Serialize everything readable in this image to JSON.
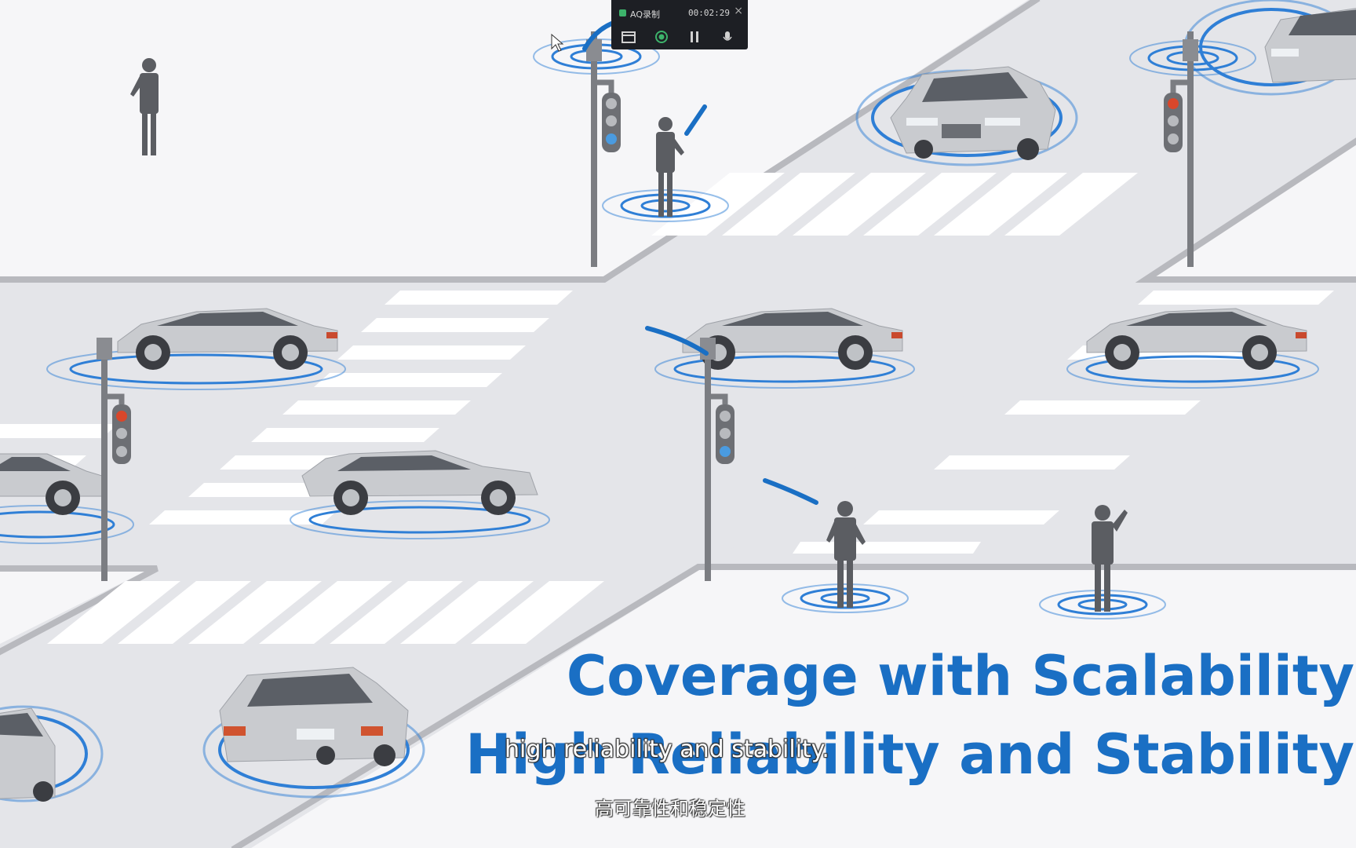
{
  "recorder": {
    "app_title": "AQ录制",
    "timer": "00:02:29",
    "close_label": "×"
  },
  "headline": {
    "line1": "Coverage with Scalability",
    "line2": "High Reliability and Stability"
  },
  "subtitles": {
    "english": "high reliability and stability.",
    "chinese": "高可靠性和稳定性"
  },
  "colors": {
    "accent": "#1a6fc4",
    "road": "#e6e6ea",
    "curb": "#b9b9be",
    "ring": "#2f7fd6",
    "car_body": "#c9cbcf",
    "person": "#5b5d62",
    "pole": "#7b7d82",
    "light_red": "#d9472b",
    "light_blue": "#4a9be0"
  },
  "icons": [
    "record-icon",
    "screen-icon",
    "pause-icon",
    "microphone-icon",
    "close-icon",
    "cursor-icon"
  ]
}
